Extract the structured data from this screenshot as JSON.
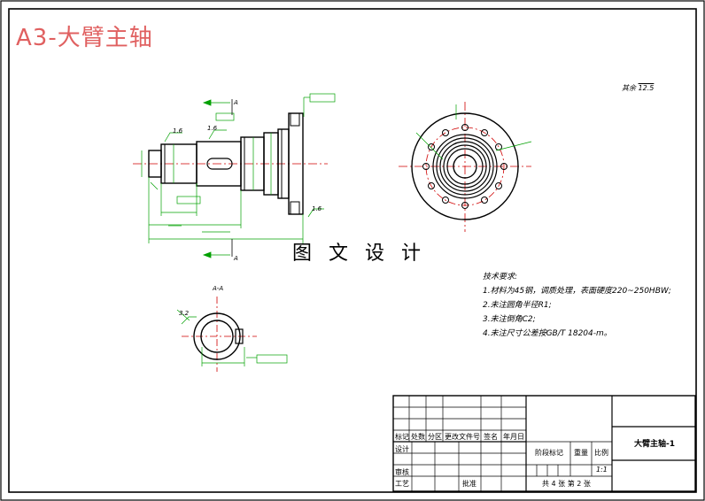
{
  "sheet_title": "A3-大臂主轴",
  "brand_text": "图 文 设 计",
  "roughness": {
    "value": "12.5",
    "label": "其余"
  },
  "section_label_top": "A",
  "section_label_bottom": "A",
  "section_view_label": "A-A",
  "dim_labels": {
    "r1": "1.6",
    "r2": "1.6",
    "r3": "1.6",
    "r4": "3.2"
  },
  "tech_notes": {
    "heading": "技术要求:",
    "items": [
      "1.材料为45钢，调质处理，表面硬度220~250HBW;",
      "2.未注圆角半径R1;",
      "3.未注倒角C2;",
      "4.未注尺寸公差按GB/T 18204-m。"
    ]
  },
  "title_block": {
    "part_name": "大臂主轴-1",
    "headers": [
      "标记",
      "处数",
      "分区",
      "更改文件号",
      "签名",
      "年月日"
    ],
    "design": "设计",
    "check": "审核",
    "process": "工艺",
    "approve": "批准",
    "stage_mark": "阶段标记",
    "weight": "重量",
    "scale": "比例",
    "scale_value": "1:1",
    "sheets": "共 4 张 第 2 张"
  },
  "colors": {
    "dim_green": "#00a000",
    "center_red": "#d00000",
    "outline": "#000000",
    "watermark": "#e06060"
  }
}
